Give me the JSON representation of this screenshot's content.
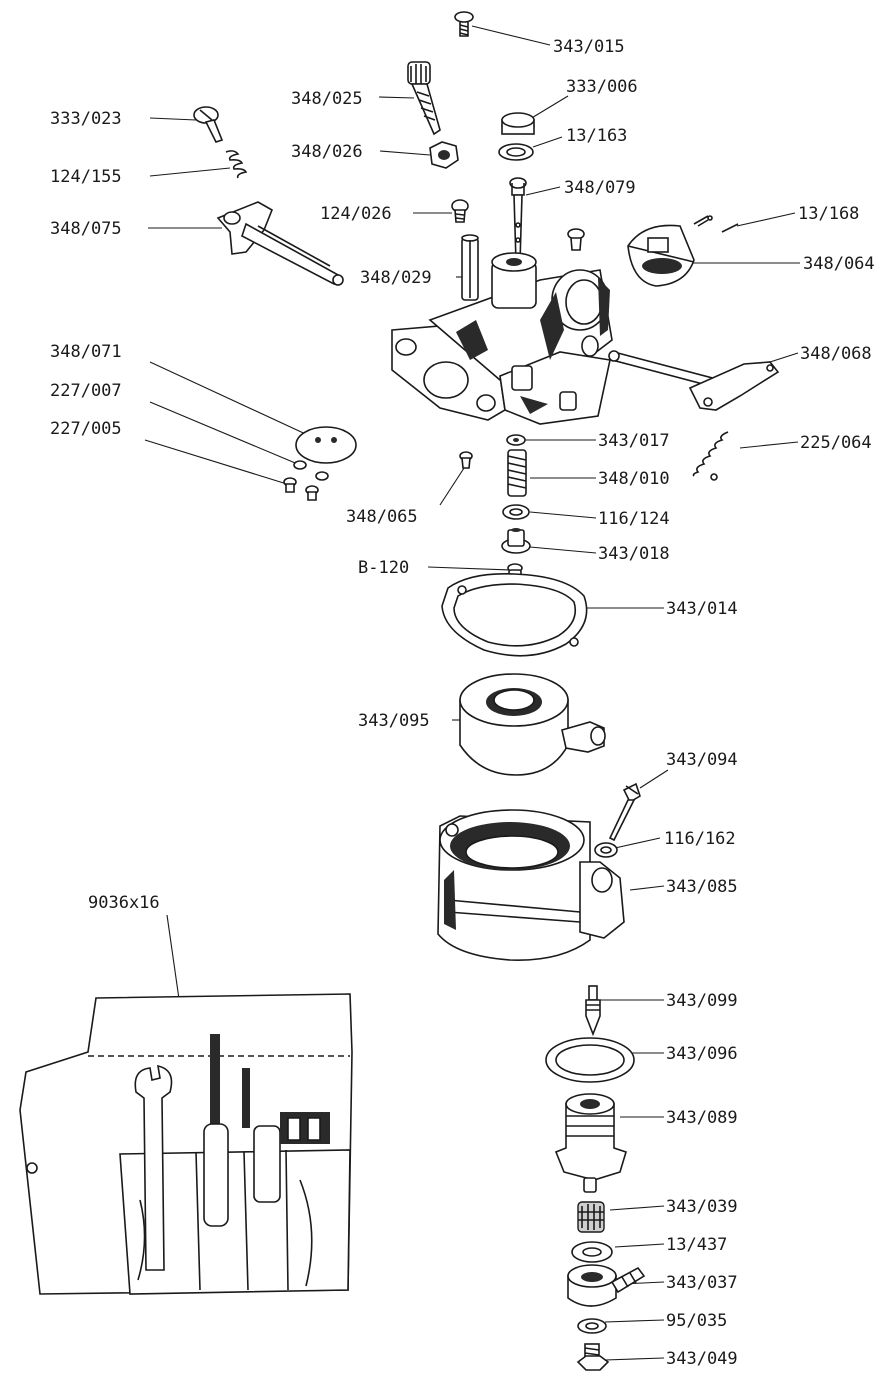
{
  "labels": {
    "p343_015": "343/015",
    "p348_025": "348/025",
    "p333_006": "333/006",
    "p333_023": "333/023",
    "p13_163": "13/163",
    "p348_026": "348/026",
    "p124_155": "124/155",
    "p348_079": "348/079",
    "p348_075": "348/075",
    "p124_026": "124/026",
    "p13_168": "13/168",
    "p348_064": "348/064",
    "p348_029": "348/029",
    "p348_071": "348/071",
    "p348_068": "348/068",
    "p227_007": "227/007",
    "p227_005": "227/005",
    "p343_017": "343/017",
    "p225_064": "225/064",
    "p348_010": "348/010",
    "p348_065": "348/065",
    "p116_124": "116/124",
    "p343_018": "343/018",
    "pB_120": "B-120",
    "p343_014": "343/014",
    "p343_095": "343/095",
    "p343_094": "343/094",
    "p116_162": "116/162",
    "p343_085": "343/085",
    "p9036x16": "9036x16",
    "p343_099": "343/099",
    "p343_096": "343/096",
    "p343_089": "343/089",
    "p343_039": "343/039",
    "p13_437": "13/437",
    "p343_037": "343/037",
    "p95_035": "95/035",
    "p343_049": "343/049"
  }
}
